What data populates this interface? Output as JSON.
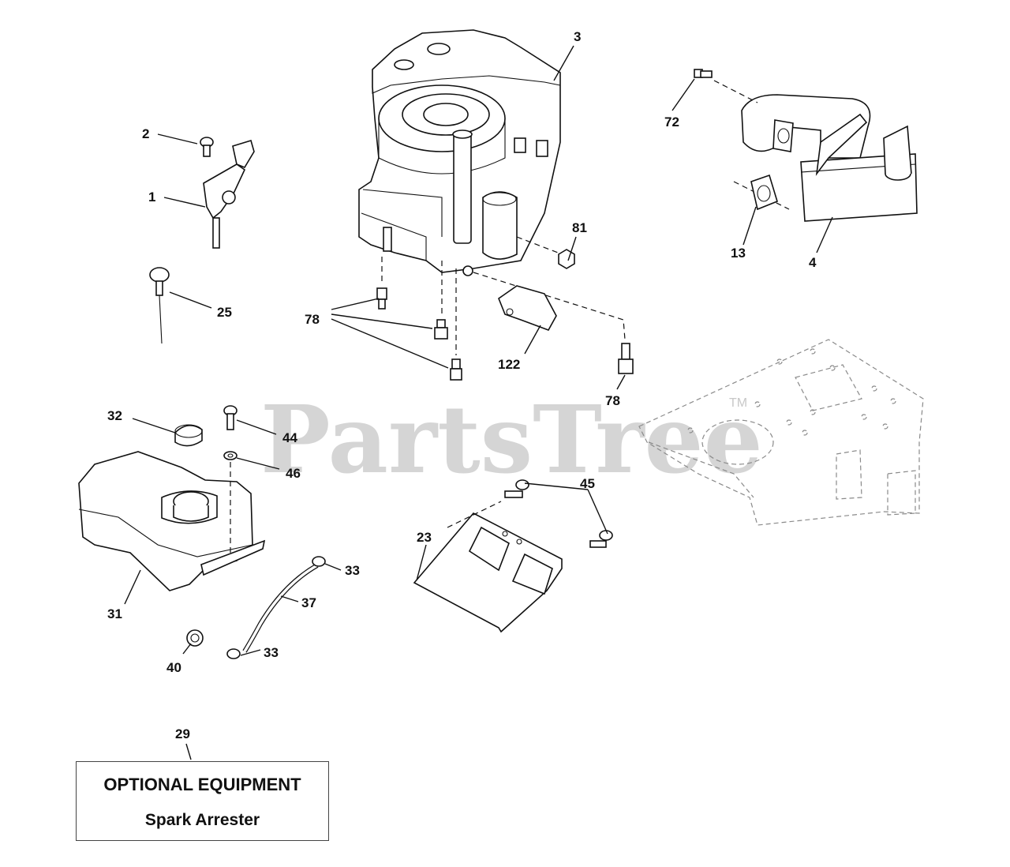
{
  "watermark": {
    "text": "PartsTree",
    "tm": "TM"
  },
  "callouts": {
    "c1": "1",
    "c2": "2",
    "c3": "3",
    "c4": "4",
    "c13": "13",
    "c23": "23",
    "c25": "25",
    "c29": "29",
    "c31": "31",
    "c32": "32",
    "c33a": "33",
    "c33b": "33",
    "c37": "37",
    "c40": "40",
    "c44": "44",
    "c45": "45",
    "c46": "46",
    "c72": "72",
    "c78a": "78",
    "c78b": "78",
    "c81": "81",
    "c122": "122"
  },
  "optional_box": {
    "title": "OPTIONAL EQUIPMENT",
    "subtitle": "Spark Arrester"
  }
}
